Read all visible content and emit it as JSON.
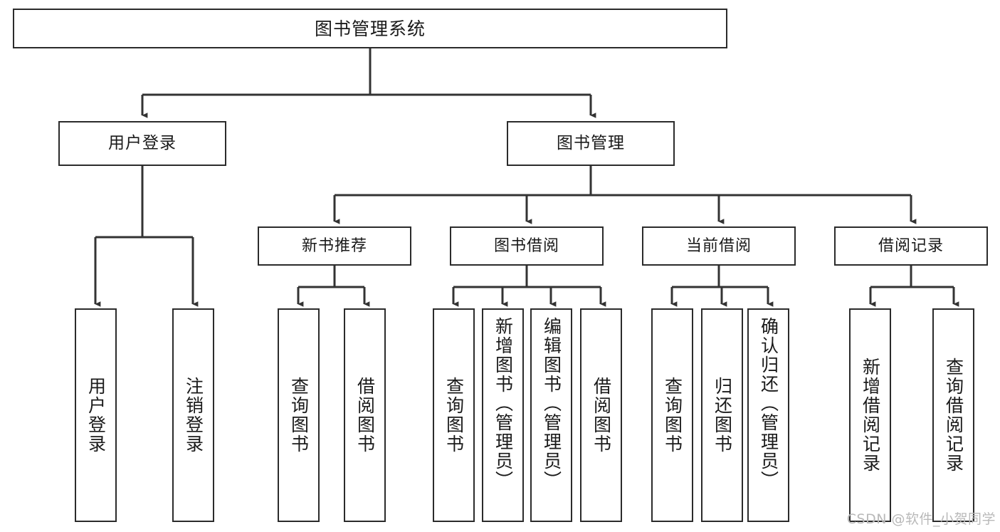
{
  "diagram": {
    "title": "图书管理系统",
    "type": "tree",
    "watermark": "CSDN @软件_小贺同学",
    "colors": {
      "box_border": "#2b2b2b",
      "box_fill": "#ffffff",
      "edge": "#333333",
      "text": "#1a1a1a",
      "watermark": "#b9b9b9"
    },
    "root": {
      "label": "图书管理系统"
    },
    "level1": [
      {
        "label": "用户登录"
      },
      {
        "label": "图书管理"
      }
    ],
    "level2": [
      {
        "label": "新书推荐"
      },
      {
        "label": "图书借阅"
      },
      {
        "label": "当前借阅"
      },
      {
        "label": "借阅记录"
      }
    ],
    "leaves": {
      "user_login": [
        {
          "label": "用户登录"
        },
        {
          "label": "注销登录"
        }
      ],
      "new_book_recommend": [
        {
          "label": "查询图书"
        },
        {
          "label": "借阅图书"
        }
      ],
      "book_borrow": [
        {
          "label": "查询图书"
        },
        {
          "label": "新增图书（管理员）"
        },
        {
          "label": "编辑图书（管理员）"
        },
        {
          "label": "借阅图书"
        }
      ],
      "current_borrow": [
        {
          "label": "查询图书"
        },
        {
          "label": "归还图书"
        },
        {
          "label": "确认归还（管理员）"
        }
      ],
      "borrow_record": [
        {
          "label": "新增借阅记录"
        },
        {
          "label": "查询借阅记录"
        }
      ]
    }
  }
}
